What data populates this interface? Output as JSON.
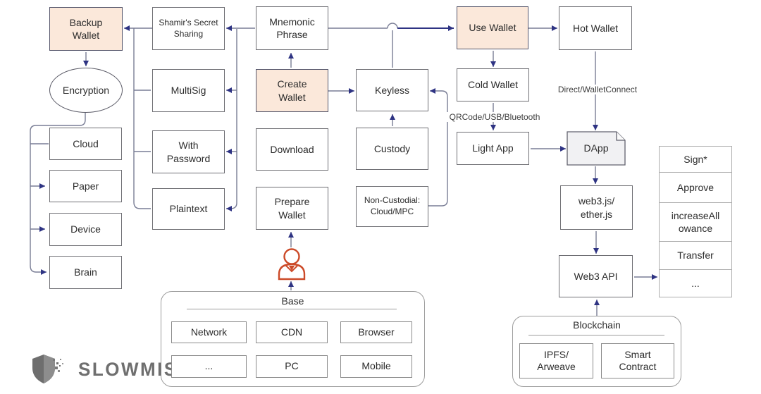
{
  "colors": {
    "peach_fill": "#fbe8da",
    "line": "#797d95",
    "arrow": "#2e3383",
    "person": "#cc4a28",
    "logo_gray": "#6f6f6f"
  },
  "nodes": {
    "backup_wallet": "Backup\nWallet",
    "shamirs_secret_sharing": "Shamir's Secret\nSharing",
    "mnemonic_phrase": "Mnemonic\nPhrase",
    "use_wallet": "Use Wallet",
    "hot_wallet": "Hot Wallet",
    "encryption": "Encryption",
    "multisig": "MultiSig",
    "create_wallet": "Create\nWallet",
    "keyless": "Keyless",
    "cold_wallet": "Cold Wallet",
    "cloud": "Cloud",
    "with_password": "With\nPassword",
    "download": "Download",
    "custody": "Custody",
    "light_app": "Light App",
    "dapp": "DApp",
    "paper": "Paper",
    "plaintext": "Plaintext",
    "prepare_wallet": "Prepare\nWallet",
    "non_custodial": "Non-Custodial:\nCloud/MPC",
    "device": "Device",
    "brain": "Brain",
    "web3_libs": "web3.js/\nether.js",
    "web3_api": "Web3 API"
  },
  "edge_labels": {
    "cold_to_light": "QRCode/USB/Bluetooth",
    "hot_to_dapp": "Direct/WalletConnect"
  },
  "function_stack": [
    "Sign*",
    "Approve",
    "increaseAll\nowance",
    "Transfer",
    "..."
  ],
  "base": {
    "title": "Base",
    "items": [
      "Network",
      "CDN",
      "Browser",
      "...",
      "PC",
      "Mobile"
    ]
  },
  "blockchain": {
    "title": "Blockchain",
    "items": [
      "IPFS/\nArweave",
      "Smart\nContract"
    ]
  },
  "logo": {
    "text": "SLOWMIST"
  }
}
